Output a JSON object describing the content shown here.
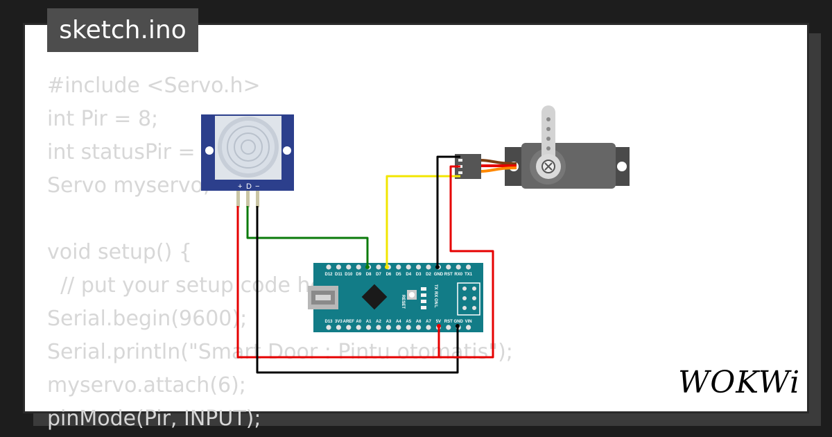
{
  "file_tab": "sketch.ino",
  "code_lines": [
    "#include <Servo.h>",
    "int Pir = 8;",
    "int statusPir = 0;",
    "Servo myservo;",
    "",
    "void setup() {",
    "  // put your setup code here, to run once:",
    "Serial.begin(9600);",
    "Serial.println(\"Smart Door : Pintu otomatis\");",
    "myservo.attach(6);",
    "pinMode(Pir, INPUT);"
  ],
  "brand": "WOKWi",
  "pir_labels": [
    "+",
    "D",
    "−"
  ],
  "nano_top_pins": [
    "D12",
    "D11",
    "D10",
    "D9",
    "D8",
    "D7",
    "D6",
    "D5",
    "D4",
    "D3",
    "D2",
    "GND",
    "RST",
    "RX0",
    "TX1"
  ],
  "nano_bottom_pins": [
    "D13",
    "3V3",
    "AREF",
    "A0",
    "A1",
    "A2",
    "A3",
    "A4",
    "A5",
    "A6",
    "A7",
    "5V",
    "RST",
    "GND",
    "VIN"
  ],
  "nano_reset_label": "RESET",
  "nano_led_labels": [
    "TX",
    "RX",
    "ON",
    "L"
  ],
  "colors": {
    "wire_red": "#e60000",
    "wire_green": "#0a7a0a",
    "wire_yellow": "#f2e600",
    "wire_black": "#000000",
    "board_teal": "#127c87",
    "pir_blue": "#2c3f8c"
  }
}
